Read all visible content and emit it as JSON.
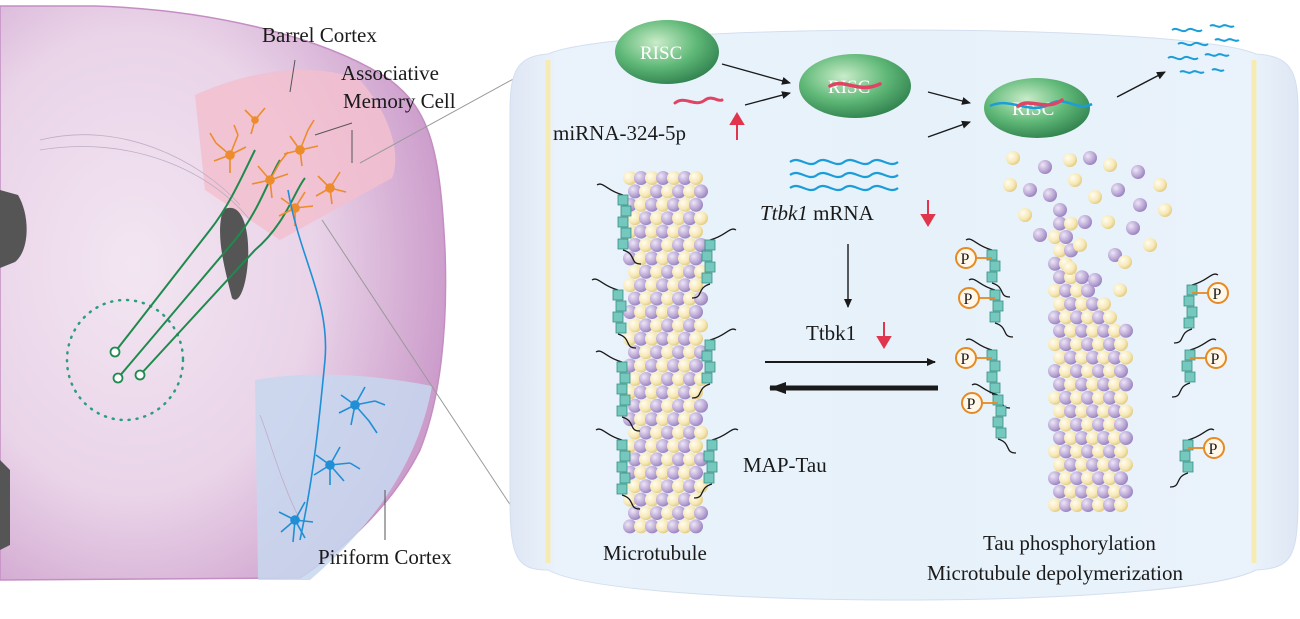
{
  "labels": {
    "barrel_cortex": "Barrel Cortex",
    "associative_line1": "Associative",
    "associative_line2": "Memory Cell",
    "piriform_cortex": "Piriform Cortex",
    "risc": "RISC",
    "mirna": "miRNA-324-5p",
    "ttbk1_mrna_gene": "Ttbk1",
    "ttbk1_mrna_suffix": " mRNA",
    "ttbk1_protein": "Ttbk1",
    "map_tau": "MAP-Tau",
    "microtubule": "Microtubule",
    "outcome_line1": "Tau phosphorylation",
    "outcome_line2": "Microtubule depolymerization",
    "phospho": "P"
  },
  "colors": {
    "brain_fill": "#e3c7e2",
    "brain_edge": "#b77ab5",
    "barrel_region": "#f2c6d2",
    "piriform_region": "#c7d7ef",
    "panel_bg": "#e4f0f9",
    "panel_edge": "#bcd0e6",
    "risc_green": "#3e9a63",
    "mirna_red": "#e04464",
    "mrna_blue": "#1a9dd9",
    "tubulin_purple": "#b9a6d4",
    "tubulin_yellow": "#f6e7b4",
    "tau_teal": "#74c8bd",
    "phospho_orange": "#e58a22",
    "neuron_orange": "#ec8c2c",
    "neuron_blue": "#1f8fd6",
    "axon_green": "#1f8a4d",
    "up_down_arrow": "#e0354d"
  },
  "arrows": {
    "mirna_level": "up",
    "ttbk1_mrna_level": "down",
    "ttbk1_protein_level": "down"
  }
}
